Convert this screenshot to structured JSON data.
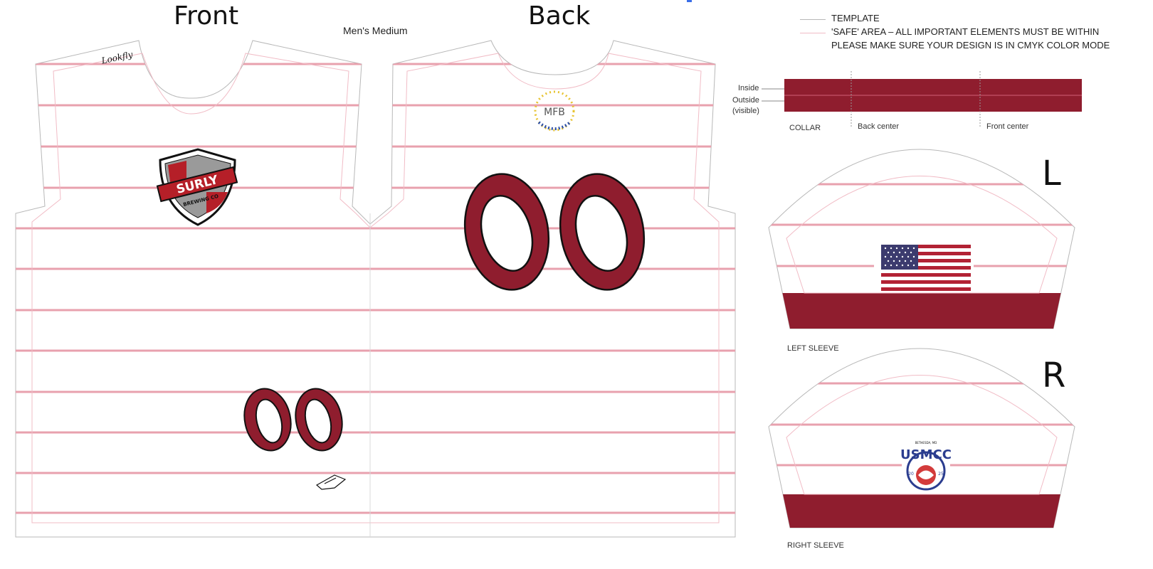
{
  "labels": {
    "front": "Front",
    "back": "Back",
    "size": "Men's Medium",
    "lookfly": "Lookfly"
  },
  "legend": {
    "template": "TEMPLATE",
    "safe_area": "'SAFE' AREA – ALL IMPORTANT ELEMENTS MUST BE WITHIN",
    "cmyk": "PLEASE MAKE SURE YOUR DESIGN IS IN CMYK COLOR MODE"
  },
  "collar": {
    "inside": "Inside",
    "outside": "Outside",
    "visible": "(visible)",
    "label": "COLLAR",
    "back_center": "Back center",
    "front_center": "Front center"
  },
  "sleeves": {
    "left_letter": "L",
    "right_letter": "R",
    "left_label": "LEFT SLEEVE",
    "right_label": "RIGHT SLEEVE"
  },
  "logos": {
    "surly_main": "SURLY",
    "surly_sub": "BREWING CO",
    "mfb": "MFB",
    "umucc_top": "BETHESDA, MD",
    "umucc_main": "USMCC",
    "umucc_year_left": "20",
    "umucc_year_right": "25"
  },
  "numbers": {
    "back_number": "00",
    "front_number": "00"
  },
  "colors": {
    "maroon": "#8f1d2e",
    "stripe": "#e8a1ae",
    "template_line": "#b8b8b8",
    "safe_line": "#f1bcc6",
    "flag_blue": "#3c3b6e",
    "flag_red": "#b22234"
  }
}
